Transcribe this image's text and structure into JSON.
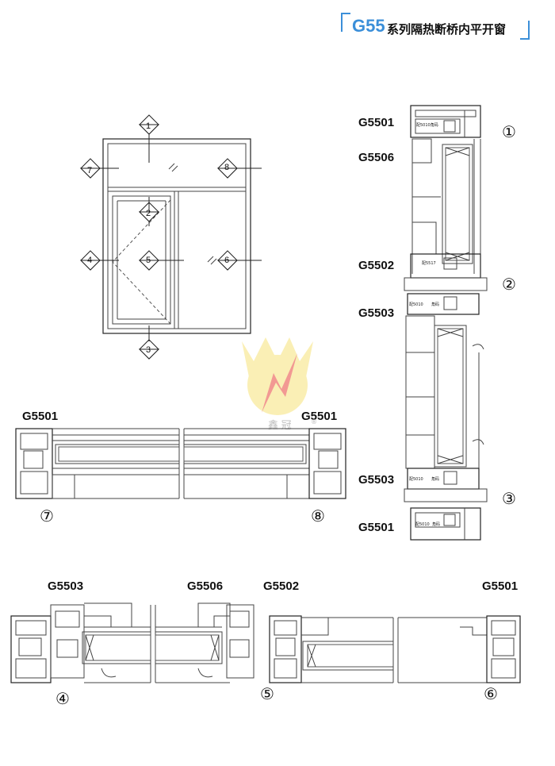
{
  "header": {
    "series": "G55",
    "title": "系列隔热断桥内平开窗"
  },
  "elevation_markers": [
    "1",
    "2",
    "3",
    "4",
    "5",
    "6",
    "7",
    "8"
  ],
  "section_codes": {
    "right_top_1": "G5501",
    "right_top_2": "G5506",
    "right_mid_1": "G5502",
    "right_mid_2": "G5503",
    "right_bot_1": "G5503",
    "right_bot_2": "G5501",
    "mid_left": "G5501",
    "mid_right": "G5501",
    "bottom_1": "G5503",
    "bottom_2": "G5506",
    "bottom_3": "G5502",
    "bottom_4": "G5501"
  },
  "section_numbers": {
    "right_top": "①",
    "right_mid": "②",
    "right_bot": "③",
    "mid_left": "⑦",
    "mid_right": "⑧",
    "bot_left": "④",
    "bot_mid": "⑤",
    "bot_right": "⑥"
  },
  "profile_tags": {
    "tag_a": "配5010角码",
    "tag_b": "配5517",
    "tag_c": "配5010",
    "tag_c2": "角码",
    "tag_d": "配5010",
    "tag_d2": "角码",
    "tag_e": "配5010",
    "tag_e2": "角码"
  },
  "watermark": {
    "text": "鑫 冠",
    "mark": "®"
  },
  "colors": {
    "accent": "#3b8fd9",
    "line": "#444444",
    "watermark_yellow": "#f6e27a",
    "watermark_red": "#e8463c"
  }
}
